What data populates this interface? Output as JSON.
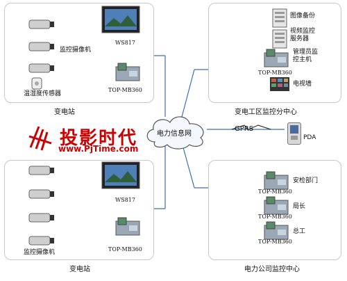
{
  "network": {
    "label": "电力信息网",
    "gprs_label": "GPRS",
    "pda_label": "PDA"
  },
  "watermark": {
    "name": "投影时代",
    "url": "www.PjTime.com"
  },
  "substation_top": {
    "caption": "变电站",
    "cameras_label": "监控摄像机",
    "sensor_label": "温湿度传感器",
    "monitor_label": "WS817",
    "box_label": "TOP-MB360"
  },
  "substation_bottom": {
    "caption": "变电站",
    "cameras_label": "监控摄像机",
    "monitor_label": "WS817",
    "box_label": "TOP-MB360"
  },
  "sub_center": {
    "caption": "变电工区监控分中心",
    "items": [
      {
        "label": "图像备份"
      },
      {
        "label": "视频监控\n服务器"
      },
      {
        "label": "管理员监\n控主机",
        "box_label": "TOP-MB360"
      },
      {
        "label": "电视墙"
      }
    ]
  },
  "company_center": {
    "caption": "电力公司监控中心",
    "items": [
      {
        "label": "安检部门",
        "box_label": "TOP-MB360"
      },
      {
        "label": "局长",
        "box_label": "TOP-MB360"
      },
      {
        "label": "总工",
        "box_label": "TOP-MB360"
      }
    ]
  },
  "colors": {
    "line": "#3b6fb6",
    "logo": "#cc0000",
    "panel_border": "#c8c8c8"
  }
}
